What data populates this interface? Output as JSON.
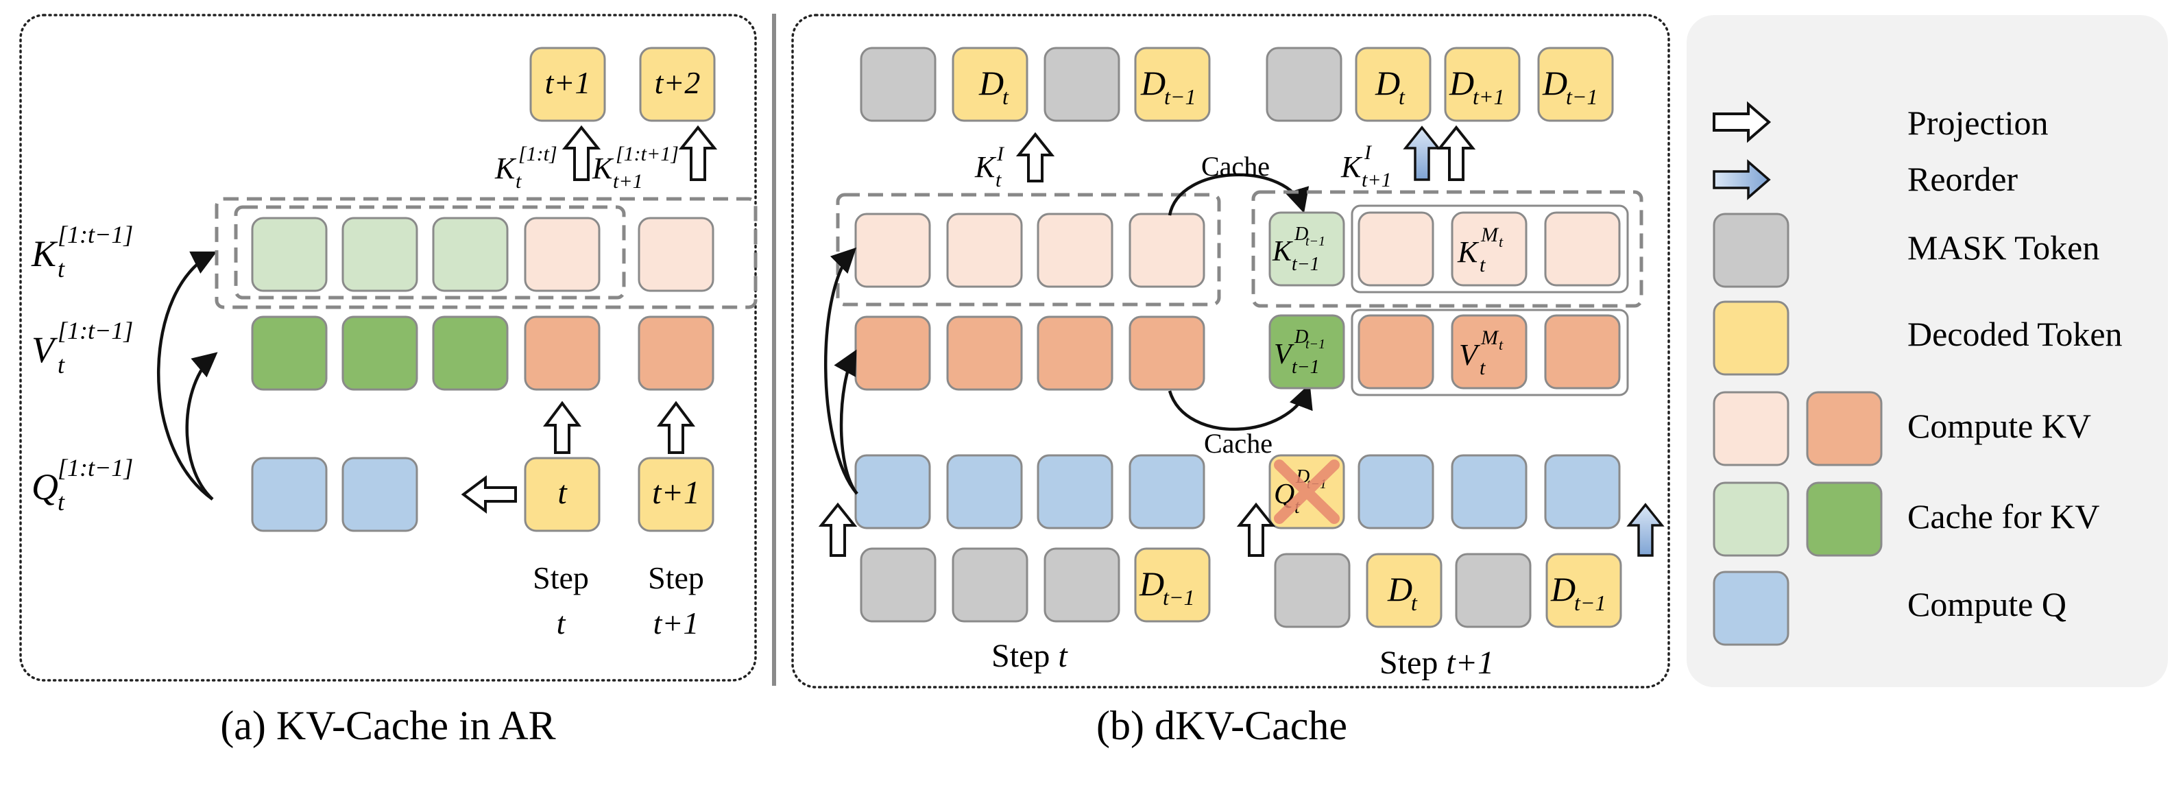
{
  "colors": {
    "mask": "#c9c9c9",
    "decoded": "#fce08e",
    "compute_k": "#fbe4d8",
    "compute_v": "#f0b08d",
    "cache_k": "#d2e5c9",
    "cache_v": "#8abb69",
    "query": "#b2cde8",
    "reorder": "#a9c3e4",
    "legend_bg": "#f2f2f2",
    "cross": "#e8896f"
  },
  "panel_a": {
    "caption": "(a) KV-Cache in AR",
    "row_labels": {
      "k": "K",
      "v": "V",
      "q": "Q",
      "sup": "[1:t−1]",
      "sub": "t"
    },
    "out_tokens": [
      "t+1",
      "t+2"
    ],
    "arrow_labels": [
      {
        "main": "K",
        "sub": "t",
        "sup": "[1:t]"
      },
      {
        "main": "K",
        "sub": "t+1",
        "sup": "[1:t+1]"
      }
    ],
    "in_tokens": [
      "t",
      "t+1"
    ],
    "step_labels": [
      {
        "word": "Step",
        "val": "t"
      },
      {
        "word": "Step",
        "val": "t+1"
      }
    ]
  },
  "panel_b": {
    "caption": "(b) dKV-Cache",
    "top_tokens_t": [
      {
        "kind": "mask",
        "main": "",
        "sub": ""
      },
      {
        "kind": "decoded",
        "main": "D",
        "sub": "t"
      },
      {
        "kind": "mask",
        "main": "",
        "sub": ""
      },
      {
        "kind": "decoded",
        "main": "D",
        "sub": "t−1"
      }
    ],
    "top_tokens_t1": [
      {
        "kind": "mask",
        "main": "",
        "sub": ""
      },
      {
        "kind": "decoded",
        "main": "D",
        "sub": "t"
      },
      {
        "kind": "decoded",
        "main": "D",
        "sub": "t+1"
      },
      {
        "kind": "decoded",
        "main": "D",
        "sub": "t−1"
      }
    ],
    "proj_label_t": {
      "main": "K",
      "sub": "t",
      "sup": "I"
    },
    "proj_label_t1": {
      "main": "K",
      "sub": "t+1",
      "sup": "I"
    },
    "cache_label_top": "Cache",
    "cache_label_bottom": "Cache",
    "k_cached": {
      "main": "K",
      "sub": "t−1",
      "sup": "D",
      "supsub": "t−1"
    },
    "k_masked": {
      "main": "K",
      "sub": "t",
      "sup": "M",
      "supsub": "t"
    },
    "v_cached": {
      "main": "V",
      "sub": "t−1",
      "sup": "D",
      "supsub": "t−1"
    },
    "v_masked": {
      "main": "V",
      "sub": "t",
      "sup": "M",
      "supsub": "t"
    },
    "q_crossed": {
      "main": "Q",
      "sub": "t",
      "sup": "D",
      "supsub": "t−1"
    },
    "bottom_tokens_t": [
      {
        "kind": "mask",
        "main": "",
        "sub": ""
      },
      {
        "kind": "mask",
        "main": "",
        "sub": ""
      },
      {
        "kind": "mask",
        "main": "",
        "sub": ""
      },
      {
        "kind": "decoded",
        "main": "D",
        "sub": "t−1"
      }
    ],
    "bottom_tokens_t1": [
      {
        "kind": "mask",
        "main": "",
        "sub": ""
      },
      {
        "kind": "decoded",
        "main": "D",
        "sub": "t"
      },
      {
        "kind": "mask",
        "main": "",
        "sub": ""
      },
      {
        "kind": "decoded",
        "main": "D",
        "sub": "t−1"
      }
    ],
    "step_label_t": {
      "word": "Step ",
      "val": "t"
    },
    "step_label_t1": {
      "word": "Step ",
      "val": "t+1"
    }
  },
  "legend": [
    {
      "swatch": "projection-arrow",
      "label": "Projection"
    },
    {
      "swatch": "reorder-arrow",
      "label": "Reorder"
    },
    {
      "swatch": "mask",
      "label": "MASK Token"
    },
    {
      "swatch": "decoded",
      "label": "Decoded Token"
    },
    {
      "swatch": "compute-kv",
      "label": "Compute KV"
    },
    {
      "swatch": "cache-kv",
      "label": "Cache for KV"
    },
    {
      "swatch": "compute-q",
      "label": "Compute Q"
    }
  ]
}
